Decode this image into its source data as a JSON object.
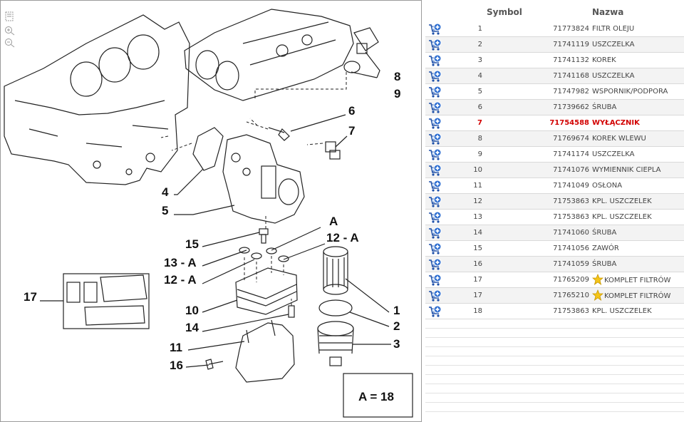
{
  "toolbar": {
    "fit_icon": "fit-to-window-icon",
    "zoom_in_icon": "zoom-in-icon",
    "zoom_out_icon": "zoom-out-icon"
  },
  "diagram": {
    "callouts": [
      "1",
      "2",
      "3",
      "4",
      "5",
      "6",
      "7",
      "8",
      "9",
      "10",
      "11",
      "12 - A",
      "12 - A",
      "13 - A",
      "14",
      "15",
      "16",
      "17",
      "A"
    ],
    "legend": "A = 18"
  },
  "table": {
    "col_symbol": "Symbol",
    "col_name": "Nazwa",
    "highlight_color": "#d20000",
    "rows": [
      {
        "symbol": "1",
        "code": "71773824",
        "name": "FILTR OLEJU",
        "highlight": false,
        "star": false
      },
      {
        "symbol": "2",
        "code": "71741119",
        "name": "USZCZELKA",
        "highlight": false,
        "star": false
      },
      {
        "symbol": "3",
        "code": "71741132",
        "name": "KOREK",
        "highlight": false,
        "star": false
      },
      {
        "symbol": "4",
        "code": "71741168",
        "name": "USZCZELKA",
        "highlight": false,
        "star": false
      },
      {
        "symbol": "5",
        "code": "71747982",
        "name": "WSPORNIK/PODPORA",
        "highlight": false,
        "star": false
      },
      {
        "symbol": "6",
        "code": "71739662",
        "name": "ŚRUBA",
        "highlight": false,
        "star": false
      },
      {
        "symbol": "7",
        "code": "71754588",
        "name": "WYŁĄCZNIK",
        "highlight": true,
        "star": false
      },
      {
        "symbol": "8",
        "code": "71769674",
        "name": "KOREK WLEWU",
        "highlight": false,
        "star": false
      },
      {
        "symbol": "9",
        "code": "71741174",
        "name": "USZCZELKA",
        "highlight": false,
        "star": false
      },
      {
        "symbol": "10",
        "code": "71741076",
        "name": "WYMIENNIK CIEPLA",
        "highlight": false,
        "star": false
      },
      {
        "symbol": "11",
        "code": "71741049",
        "name": "OSŁONA",
        "highlight": false,
        "star": false
      },
      {
        "symbol": "12",
        "code": "71753863",
        "name": "KPL. USZCZELEK",
        "highlight": false,
        "star": false
      },
      {
        "symbol": "13",
        "code": "71753863",
        "name": "KPL. USZCZELEK",
        "highlight": false,
        "star": false
      },
      {
        "symbol": "14",
        "code": "71741060",
        "name": "ŚRUBA",
        "highlight": false,
        "star": false
      },
      {
        "symbol": "15",
        "code": "71741056",
        "name": "ZAWÓR",
        "highlight": false,
        "star": false
      },
      {
        "symbol": "16",
        "code": "71741059",
        "name": "ŚRUBA",
        "highlight": false,
        "star": false
      },
      {
        "symbol": "17",
        "code": "71765209",
        "name": "KOMPLET FILTRÓW",
        "highlight": false,
        "star": true
      },
      {
        "symbol": "17",
        "code": "71765210",
        "name": "KOMPLET FILTRÓW",
        "highlight": false,
        "star": true
      },
      {
        "symbol": "18",
        "code": "71753863",
        "name": "KPL. USZCZELEK",
        "highlight": false,
        "star": false
      }
    ],
    "cart_icon": "add-to-cart-icon",
    "star_icon": "star-icon"
  }
}
